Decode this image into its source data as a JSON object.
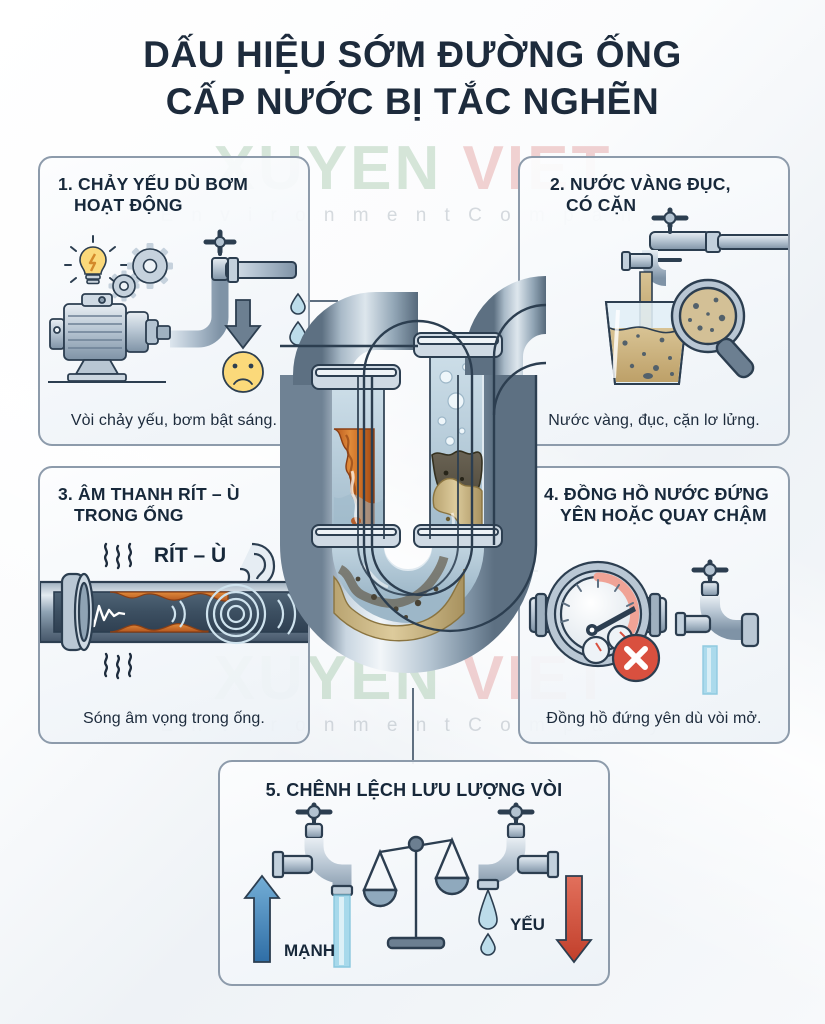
{
  "title": {
    "line1": "DẤU HIỆU SỚM ĐƯỜNG ỐNG",
    "line2": "CẤP NƯỚC BỊ TẮC NGHẼN"
  },
  "watermark": {
    "part_x": "XUYEN",
    "part_v": "VIET",
    "subtitle": "E n v i r o n m e n t   C o m p a n y"
  },
  "cards": [
    {
      "id": 1,
      "title_line1": "1. CHẢY YẾU DÙ BƠM",
      "title_line2": "HOẠT ĐỘNG",
      "caption": "Vòi chảy yếu, bơm bật sáng.",
      "icons": [
        "pump-icon",
        "lightbulb-icon",
        "gear-icon",
        "faucet-icon",
        "down-arrow-icon",
        "sad-face-icon",
        "water-drop-icon"
      ]
    },
    {
      "id": 2,
      "title_line1": "2. NƯỚC VÀNG ĐỤC,",
      "title_line2": "CÓ CẶN",
      "caption": "Nước vàng, đục, cặn lơ lửng.",
      "icons": [
        "faucet-icon",
        "glass-icon",
        "magnifier-icon",
        "sediment-icon"
      ]
    },
    {
      "id": 3,
      "title_line1": "3. ÂM THANH RÍT – Ù",
      "title_line2": "TRONG ỐNG",
      "caption": "Sóng âm vọng trong ống.",
      "label_sound": "RÍT – Ù",
      "icons": [
        "pipe-icon",
        "ear-icon",
        "sound-wave-icon",
        "vibration-icon",
        "rust-icon"
      ]
    },
    {
      "id": 4,
      "title_line1": "4. ĐỒNG HỒ NƯỚC ĐỨNG",
      "title_line2": "YÊN HOẶC QUAY CHẬM",
      "caption": "Đồng hồ đứng yên dù vòi mở.",
      "icons": [
        "water-meter-icon",
        "gauge-icon",
        "red-x-icon",
        "faucet-icon",
        "water-stream-icon"
      ]
    },
    {
      "id": 5,
      "title_line1": "5. CHÊNH LỆCH LƯU LƯỢNG VÒI",
      "title_line2": "",
      "caption": "",
      "label_strong": "MẠNH",
      "label_weak": "YẾU",
      "icons": [
        "faucet-icon",
        "balance-scale-icon",
        "up-arrow-icon",
        "down-arrow-icon",
        "water-stream-icon",
        "water-drop-icon"
      ]
    }
  ],
  "center_illustration": {
    "name": "clogged-u-pipe-illustration",
    "description": "U-shaped water pipe cutaway showing rust and sediment buildup"
  },
  "colors": {
    "title": "#1d2b3c",
    "card_border": "#8d9bab",
    "accent_rust": "#d4762a",
    "accent_sediment": "#cbb68a",
    "accent_blue": "#4f8fc0",
    "accent_red": "#d9503f",
    "metal_light": "#dfe6ec",
    "metal_mid": "#9fb0bf",
    "metal_dark": "#5f7183",
    "outline": "#2c3e50",
    "watermark_green": "#7ab084",
    "watermark_red": "#d66c6c"
  }
}
